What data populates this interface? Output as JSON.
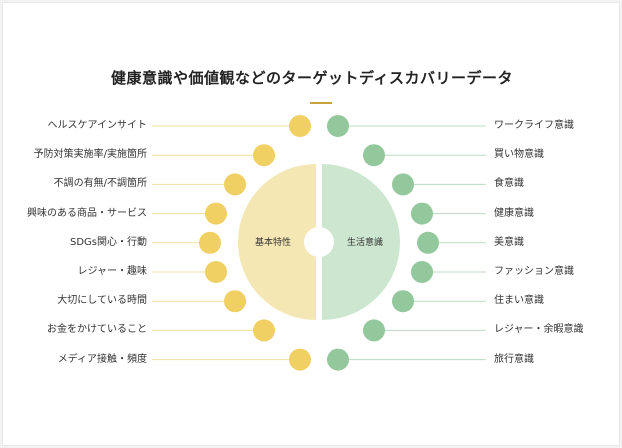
{
  "title": "健康意識や価値観などのターゲットディスカバリーデータ",
  "colors": {
    "accent_rule": "#c9a23a",
    "left_dot": "#f0cf63",
    "left_half": "#f5e7b3",
    "left_line": "#f2dfa0",
    "right_dot": "#92c89b",
    "right_half": "#cce6cf",
    "right_line": "#bcdcc1"
  },
  "left": {
    "center_label": "基本特性",
    "items": [
      "ヘルスケアインサイト",
      "予防対策実施率/実施箇所",
      "不調の有無/不調箇所",
      "興味のある商品・サービス",
      "SDGs関心・行動",
      "レジャー・趣味",
      "大切にしている時間",
      "お金をかけていること",
      "メディア接触・頻度"
    ]
  },
  "right": {
    "center_label": "生活意識",
    "items": [
      "ワークライフ意識",
      "買い物意識",
      "食意識",
      "健康意識",
      "美意識",
      "ファッション意識",
      "住まい意識",
      "レジャー・余暇意識",
      "旅行意識"
    ]
  }
}
